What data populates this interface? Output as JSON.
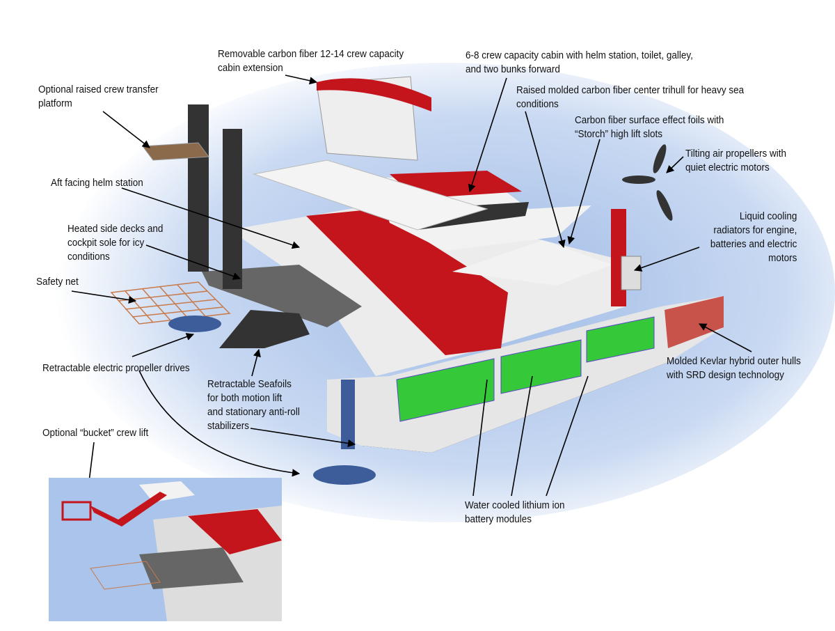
{
  "title": "Hybrid electric trihull crew transfer vessel",
  "colors": {
    "hull_red": "#c4151c",
    "battery_green": "#35c93a",
    "sky": "#aac4ec"
  },
  "callouts": {
    "cabin_extension": [
      "Removable  carbon fiber 12-14 crew capacity",
      "cabin extension"
    ],
    "crew_cabin": [
      "6-8 crew capacity cabin with helm station, toilet, galley,",
      "and two bunks forward"
    ],
    "center_trihull": [
      "Raised molded carbon fiber center trihull for heavy sea",
      "conditions"
    ],
    "foils": [
      "Carbon fiber surface effect foils with",
      "“Storch” high lift slots"
    ],
    "air_propellers": [
      "Tilting air propellers with",
      "quiet electric motors"
    ],
    "radiators": [
      "Liquid cooling",
      "radiators for engine,",
      "batteries and electric",
      "motors"
    ],
    "outer_hulls": [
      "Molded Kevlar hybrid outer hulls",
      "with SRD design technology"
    ],
    "batteries": [
      "Water cooled lithium ion",
      "battery modules"
    ],
    "transfer_platform": [
      "Optional raised crew transfer",
      "platform"
    ],
    "aft_helm": [
      "Aft facing helm station"
    ],
    "heated_decks": [
      "Heated side decks and",
      "cockpit sole for icy",
      "conditions"
    ],
    "safety_net": [
      "Safety net"
    ],
    "propeller_drives": [
      "Retractable electric propeller drives"
    ],
    "seafoils": [
      "Retractable Seafoils",
      "for both motion lift",
      "and stationary anti-roll",
      "stabilizers"
    ],
    "bucket_lift": [
      "Optional “bucket” crew lift"
    ]
  }
}
